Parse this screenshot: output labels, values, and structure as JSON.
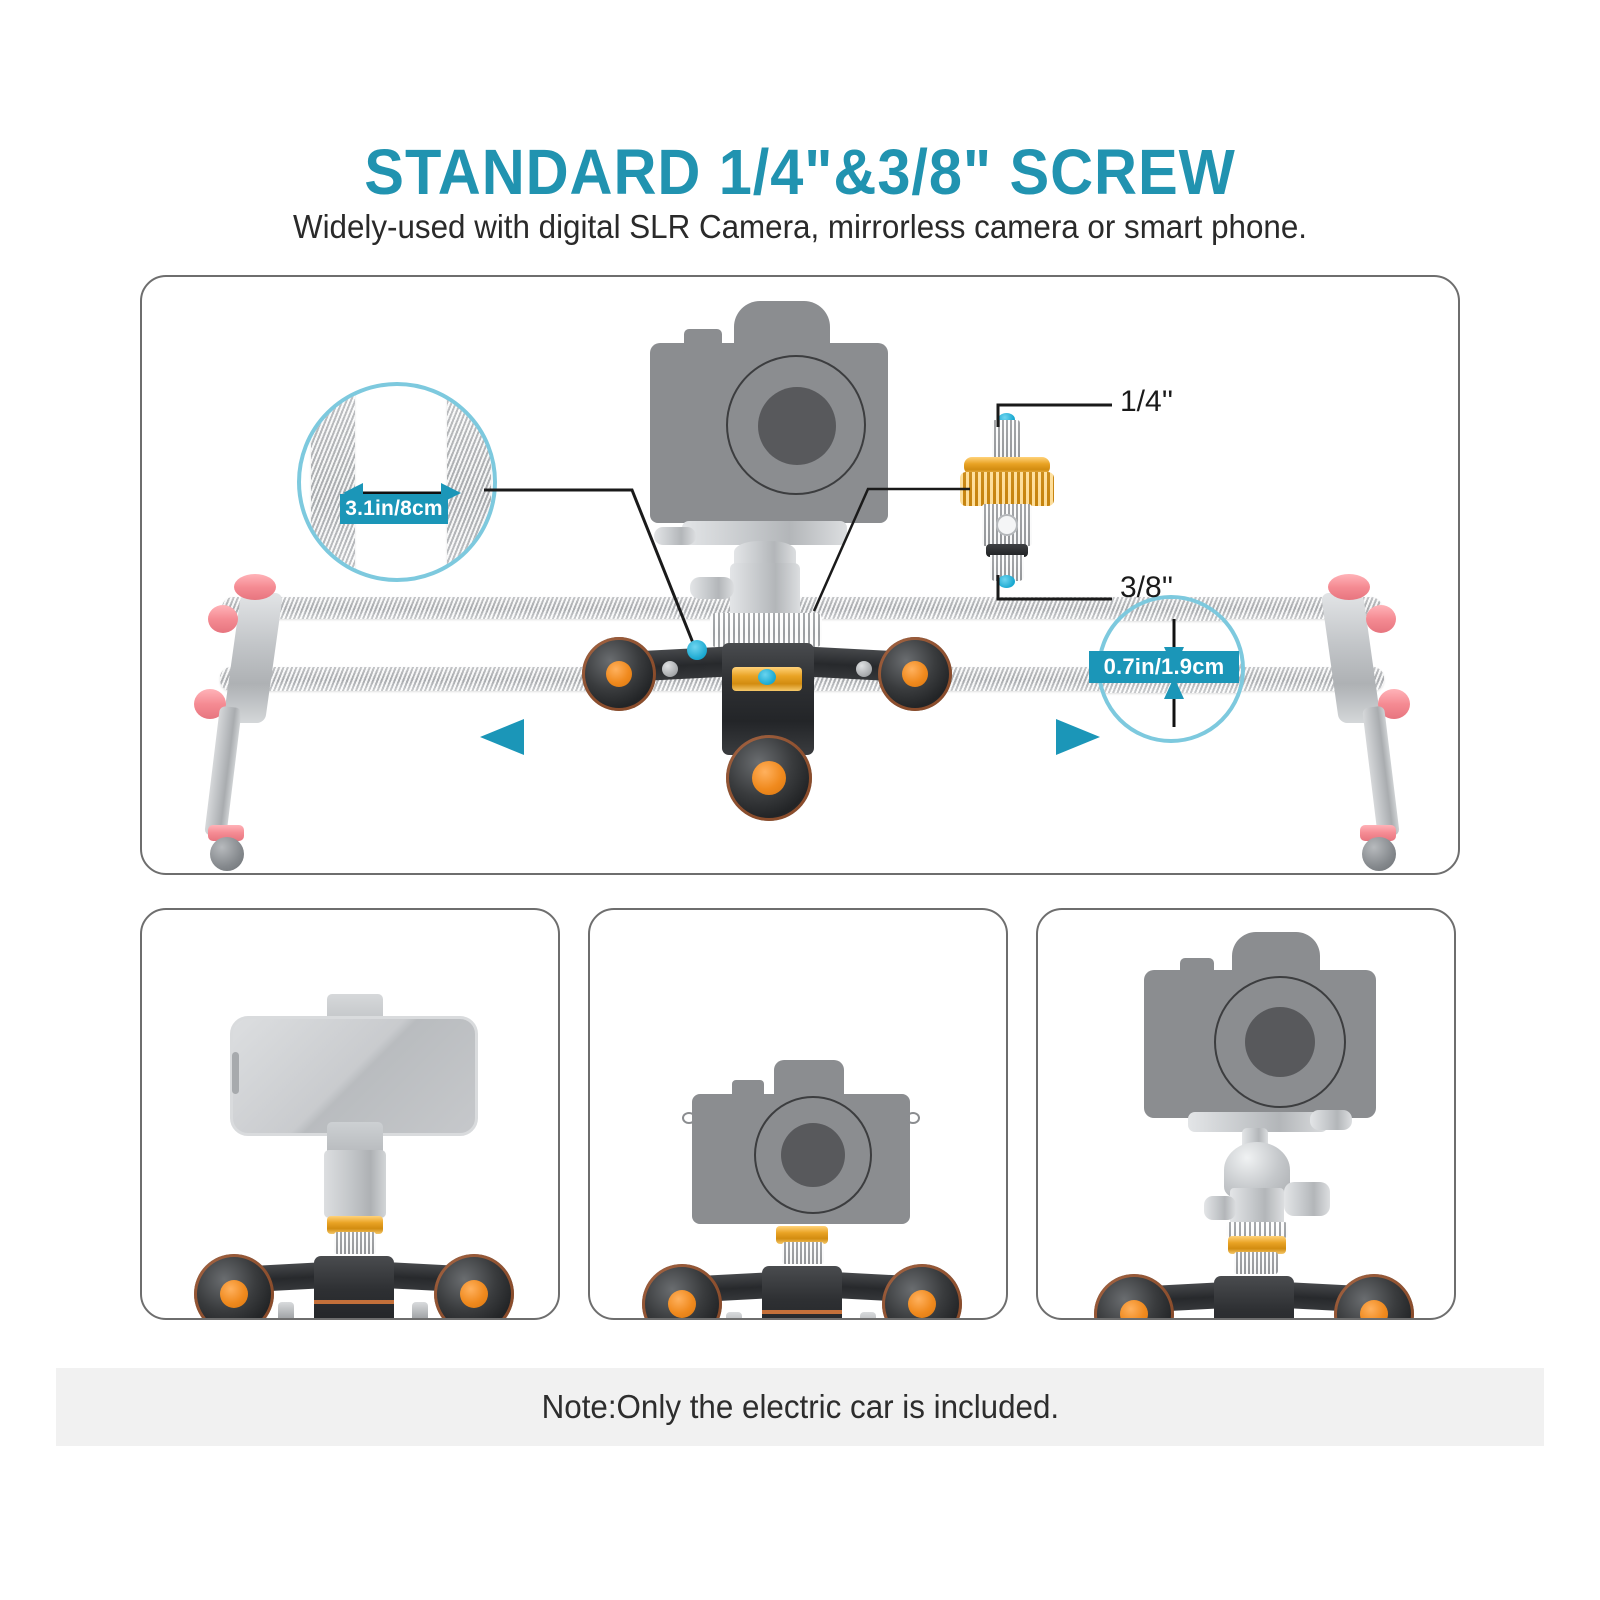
{
  "header": {
    "title": "STANDARD 1/4\"&3/8\" SCREW",
    "subtitle": "Widely-used with digital SLR Camera, mirrorless camera or smart phone."
  },
  "main_panel": {
    "name": "camera-slider-dolly-overview",
    "callouts": {
      "rail_gap": {
        "label": "3.1in/8cm",
        "description": "distance between slider rails",
        "badge_color": "#1b96b8",
        "circle_color": "#7dc9de"
      },
      "rail_diameter": {
        "label": "0.7in/1.9cm",
        "description": "rail tube diameter",
        "badge_color": "#1b96b8",
        "circle_color": "#7dc9de"
      }
    },
    "screw_adapter": {
      "top_thread_label": "1/4''",
      "bottom_thread_label": "3/8''",
      "body_color": "#e9a324"
    },
    "motion_arrows": {
      "left_arrow": "arrow-left",
      "right_arrow": "arrow-right",
      "color": "#1b96b8"
    }
  },
  "examples": [
    {
      "name": "panel-phone",
      "device": "smart phone with phone holder"
    },
    {
      "name": "panel-mirrorless",
      "device": "mirrorless camera"
    },
    {
      "name": "panel-dslr",
      "device": "DSLR camera on ball head"
    }
  ],
  "note": {
    "text": "Note:Only the electric car is included.",
    "background": "#f1f1f1"
  },
  "colors": {
    "accent_teal": "#2193b0",
    "badge_teal": "#1b96b8",
    "circle_teal": "#7dc9de",
    "orange": "#f08a1e",
    "pink_knob": "#f58b93",
    "panel_border": "#6e6e6e"
  }
}
